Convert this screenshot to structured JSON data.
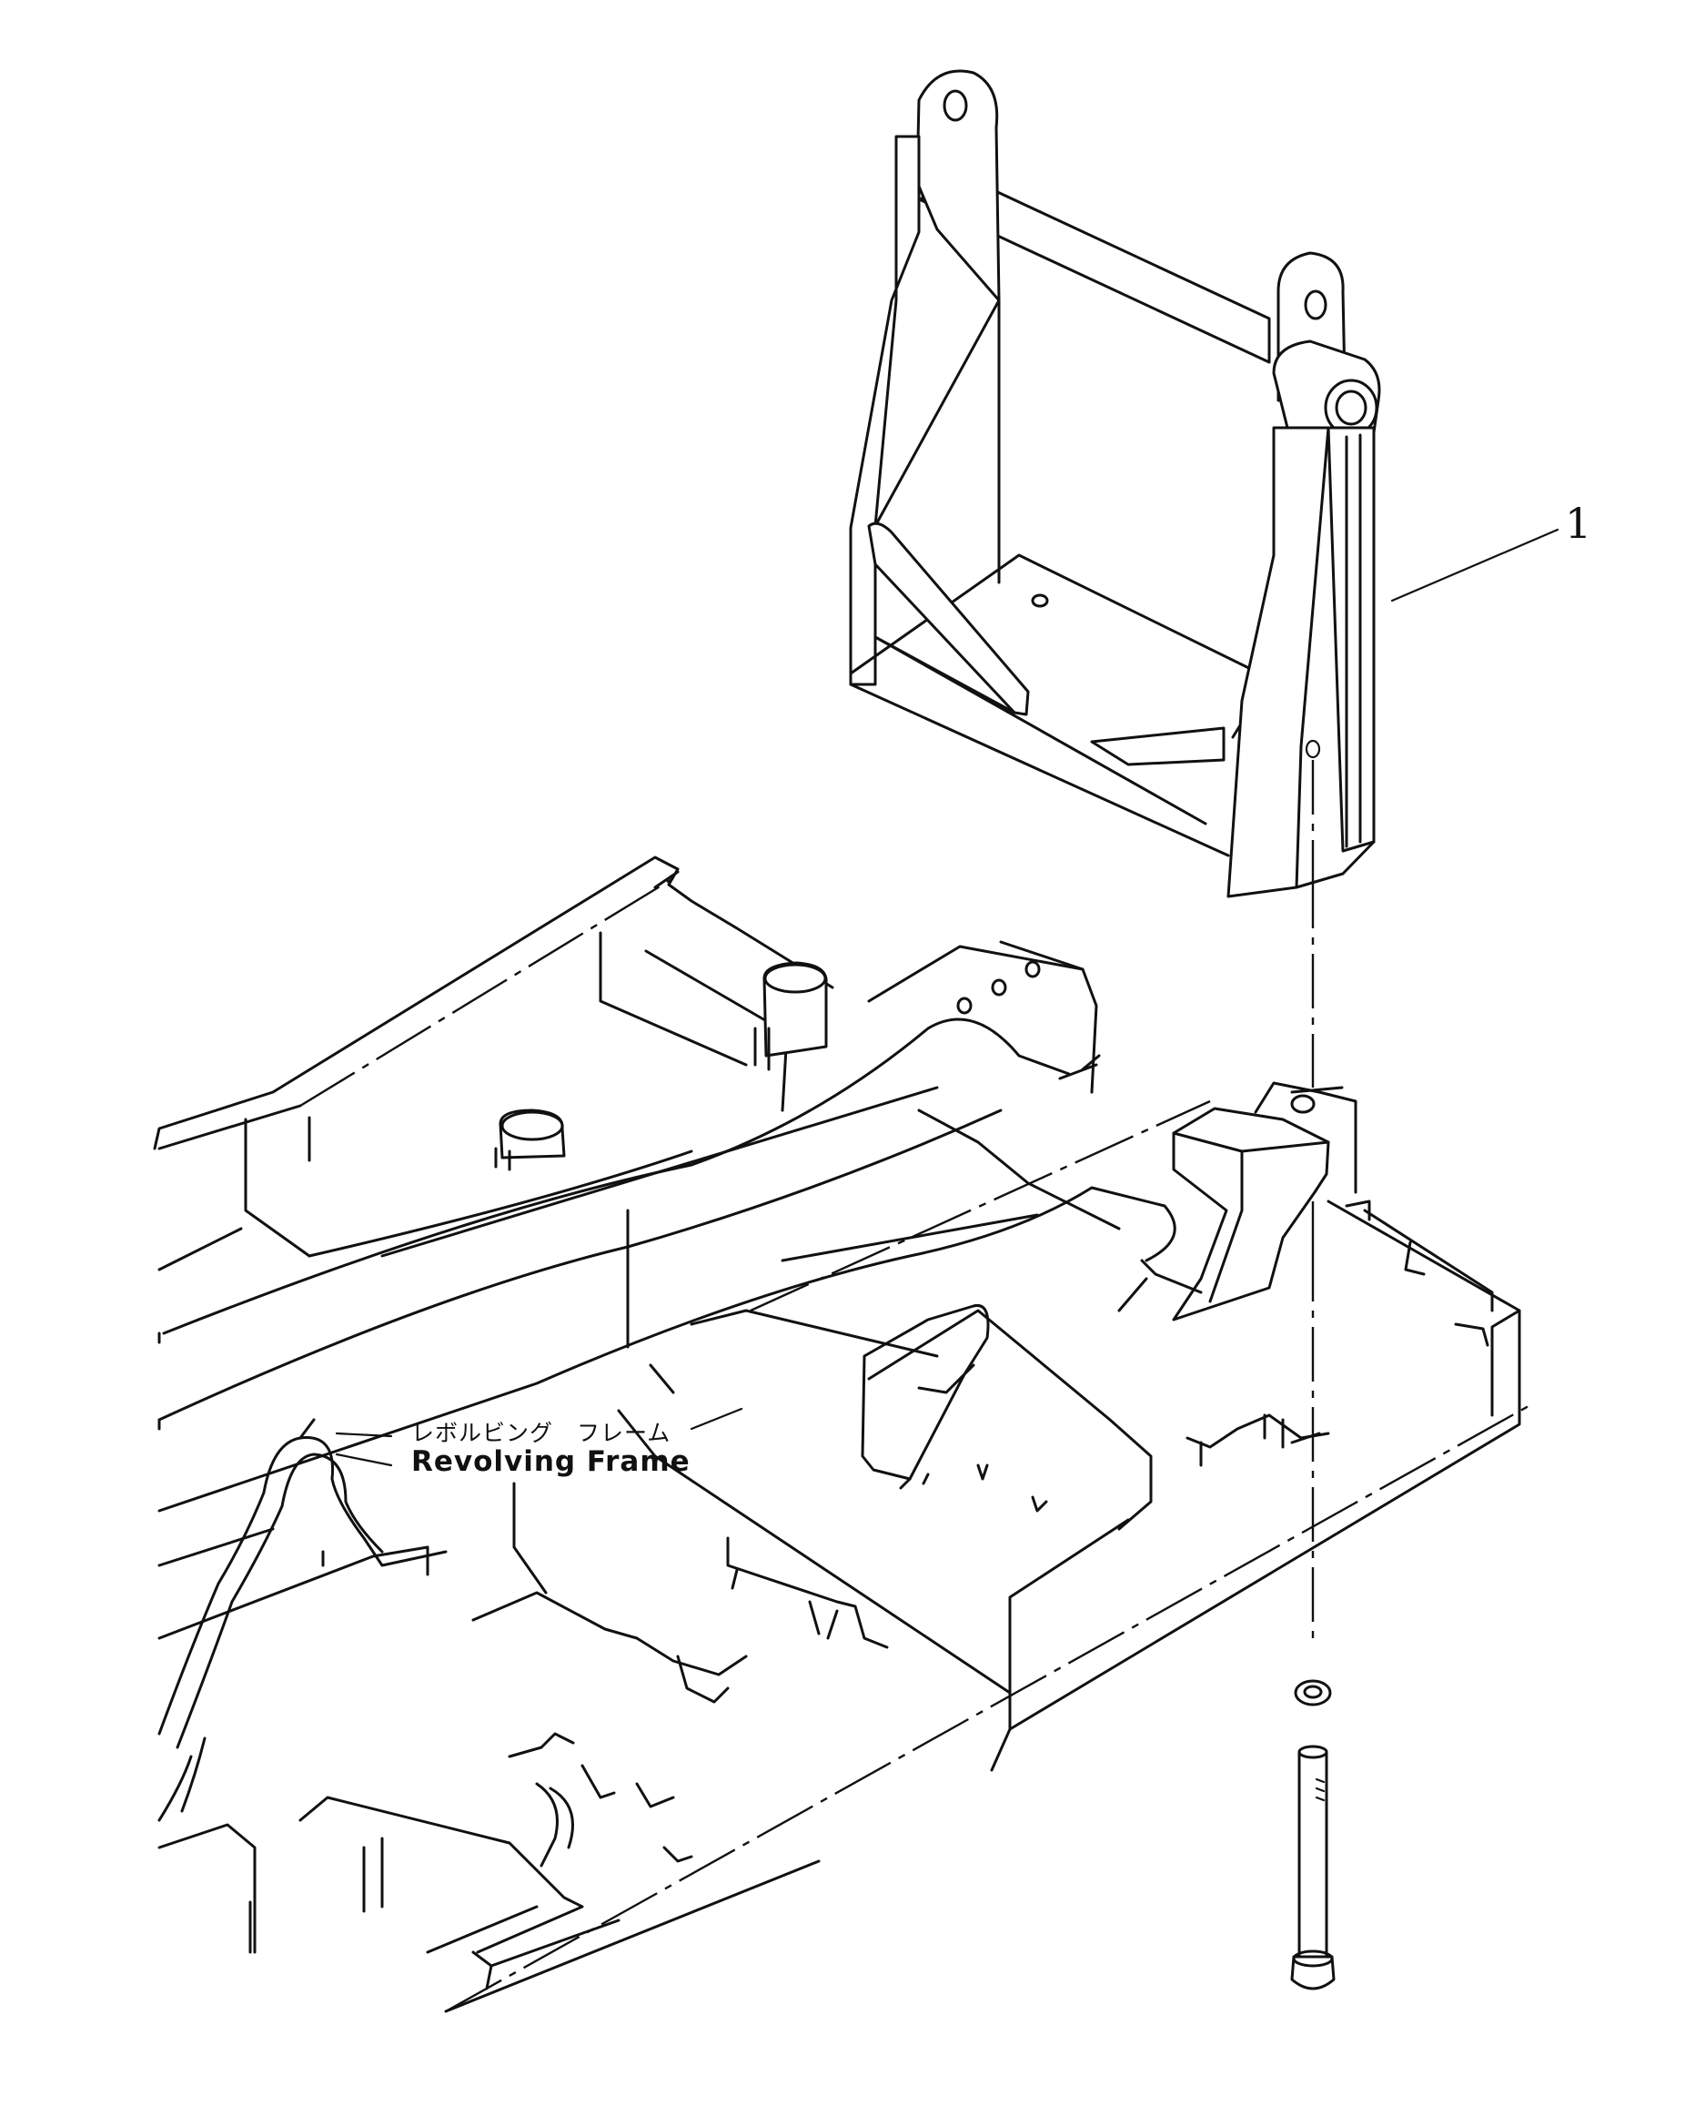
{
  "diagram": {
    "callout_number": "1",
    "frame_label_jp": "レボルビング　フレーム",
    "frame_label_en": "Revolving Frame"
  }
}
